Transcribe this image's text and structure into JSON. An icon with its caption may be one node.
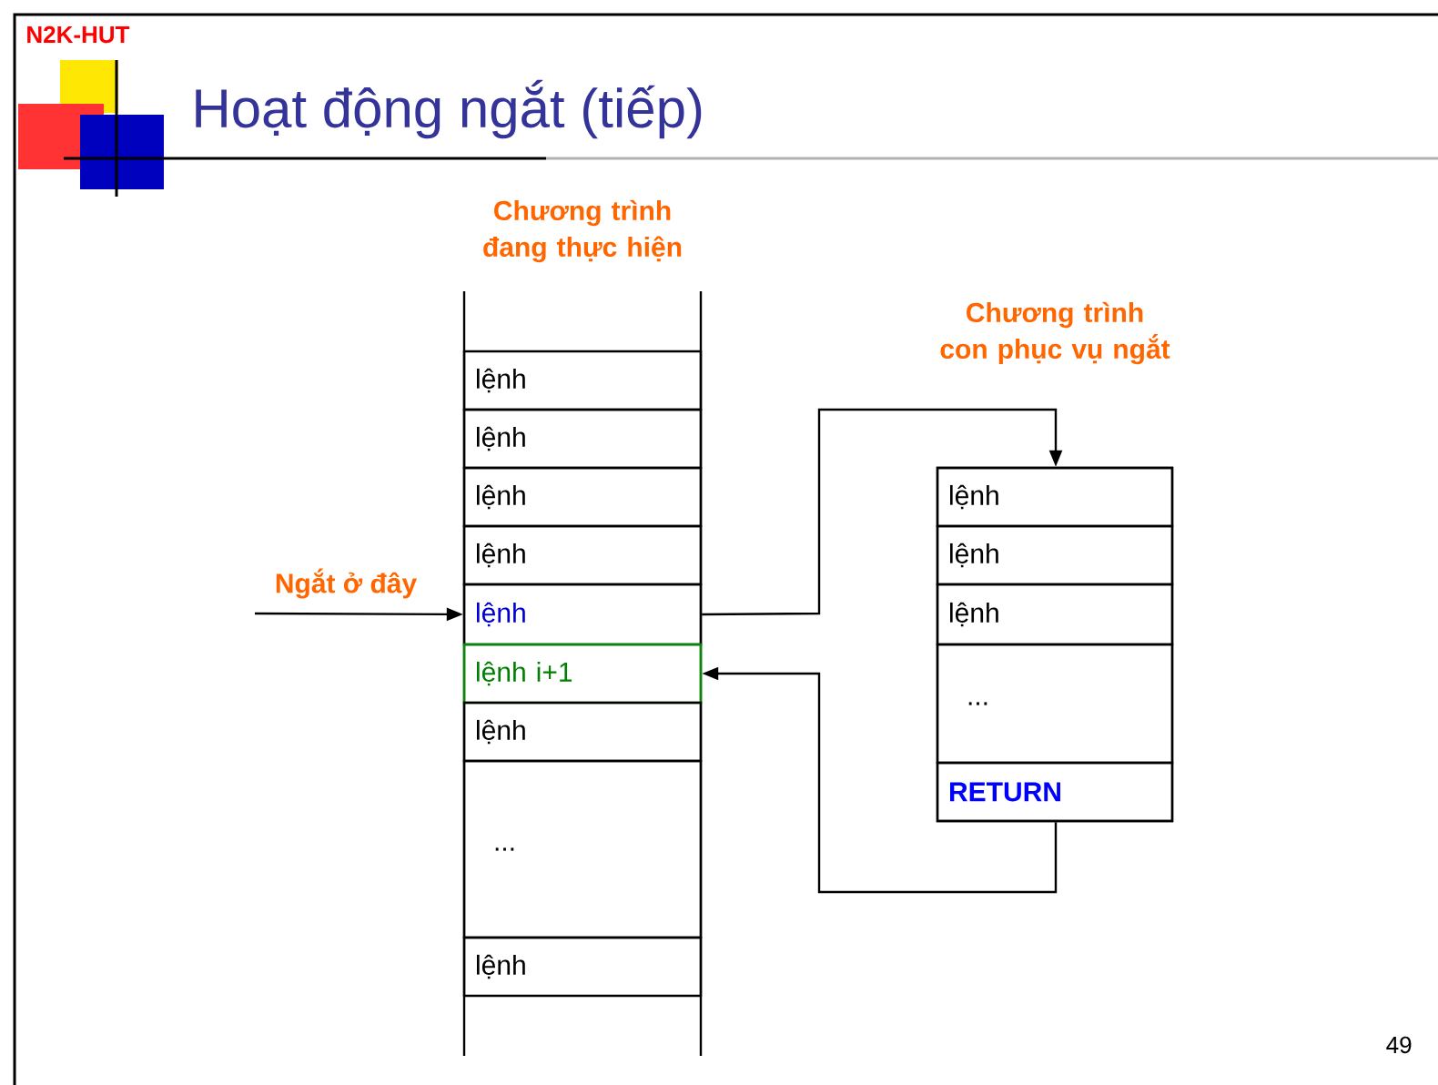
{
  "diagram": {
    "title": "Hoạt động ngắt (tiếp)",
    "nodes": [
      {
        "text": [
          "Chương trình đang thực hiện"
        ]
      },
      {
        "text": [
          "lệnh"
        ],
        "in": 0
      },
      {
        "text": [
          "lệnh"
        ],
        "in": 0
      },
      {
        "text": [
          "lệnh"
        ],
        "in": 0
      },
      {
        "text": [
          "lệnh"
        ],
        "in": 0
      },
      {
        "text": [
          "lệnh"
        ],
        "in": 0
      },
      {
        "text": [
          "lệnh i+1"
        ],
        "in": 0
      },
      {
        "text": [
          "lệnh"
        ],
        "in": 0
      },
      {
        "text": [
          "..."
        ],
        "in": 0
      },
      {
        "text": [
          "lệnh"
        ],
        "in": 0
      },
      {
        "text": [
          "Chương trình con phục vụ ngắt"
        ]
      },
      {
        "text": [
          "lệnh"
        ],
        "in": 10
      },
      {
        "text": [
          "lệnh"
        ],
        "in": 10
      },
      {
        "text": [
          "lệnh"
        ],
        "in": 10
      },
      {
        "text": [
          "..."
        ],
        "in": 10
      },
      {
        "text": [
          "RETURN"
        ],
        "in": 10
      }
    ],
    "edges": [
      {
        "from": null,
        "to": 5,
        "arrow": "to",
        "label": "Ngắt ở đây"
      },
      {
        "from": 5,
        "to": 11,
        "arrow": "to"
      },
      {
        "from": 15,
        "to": 6,
        "arrow": "to"
      }
    ],
    "labels": [
      "N2K-HUT",
      "49"
    ]
  }
}
